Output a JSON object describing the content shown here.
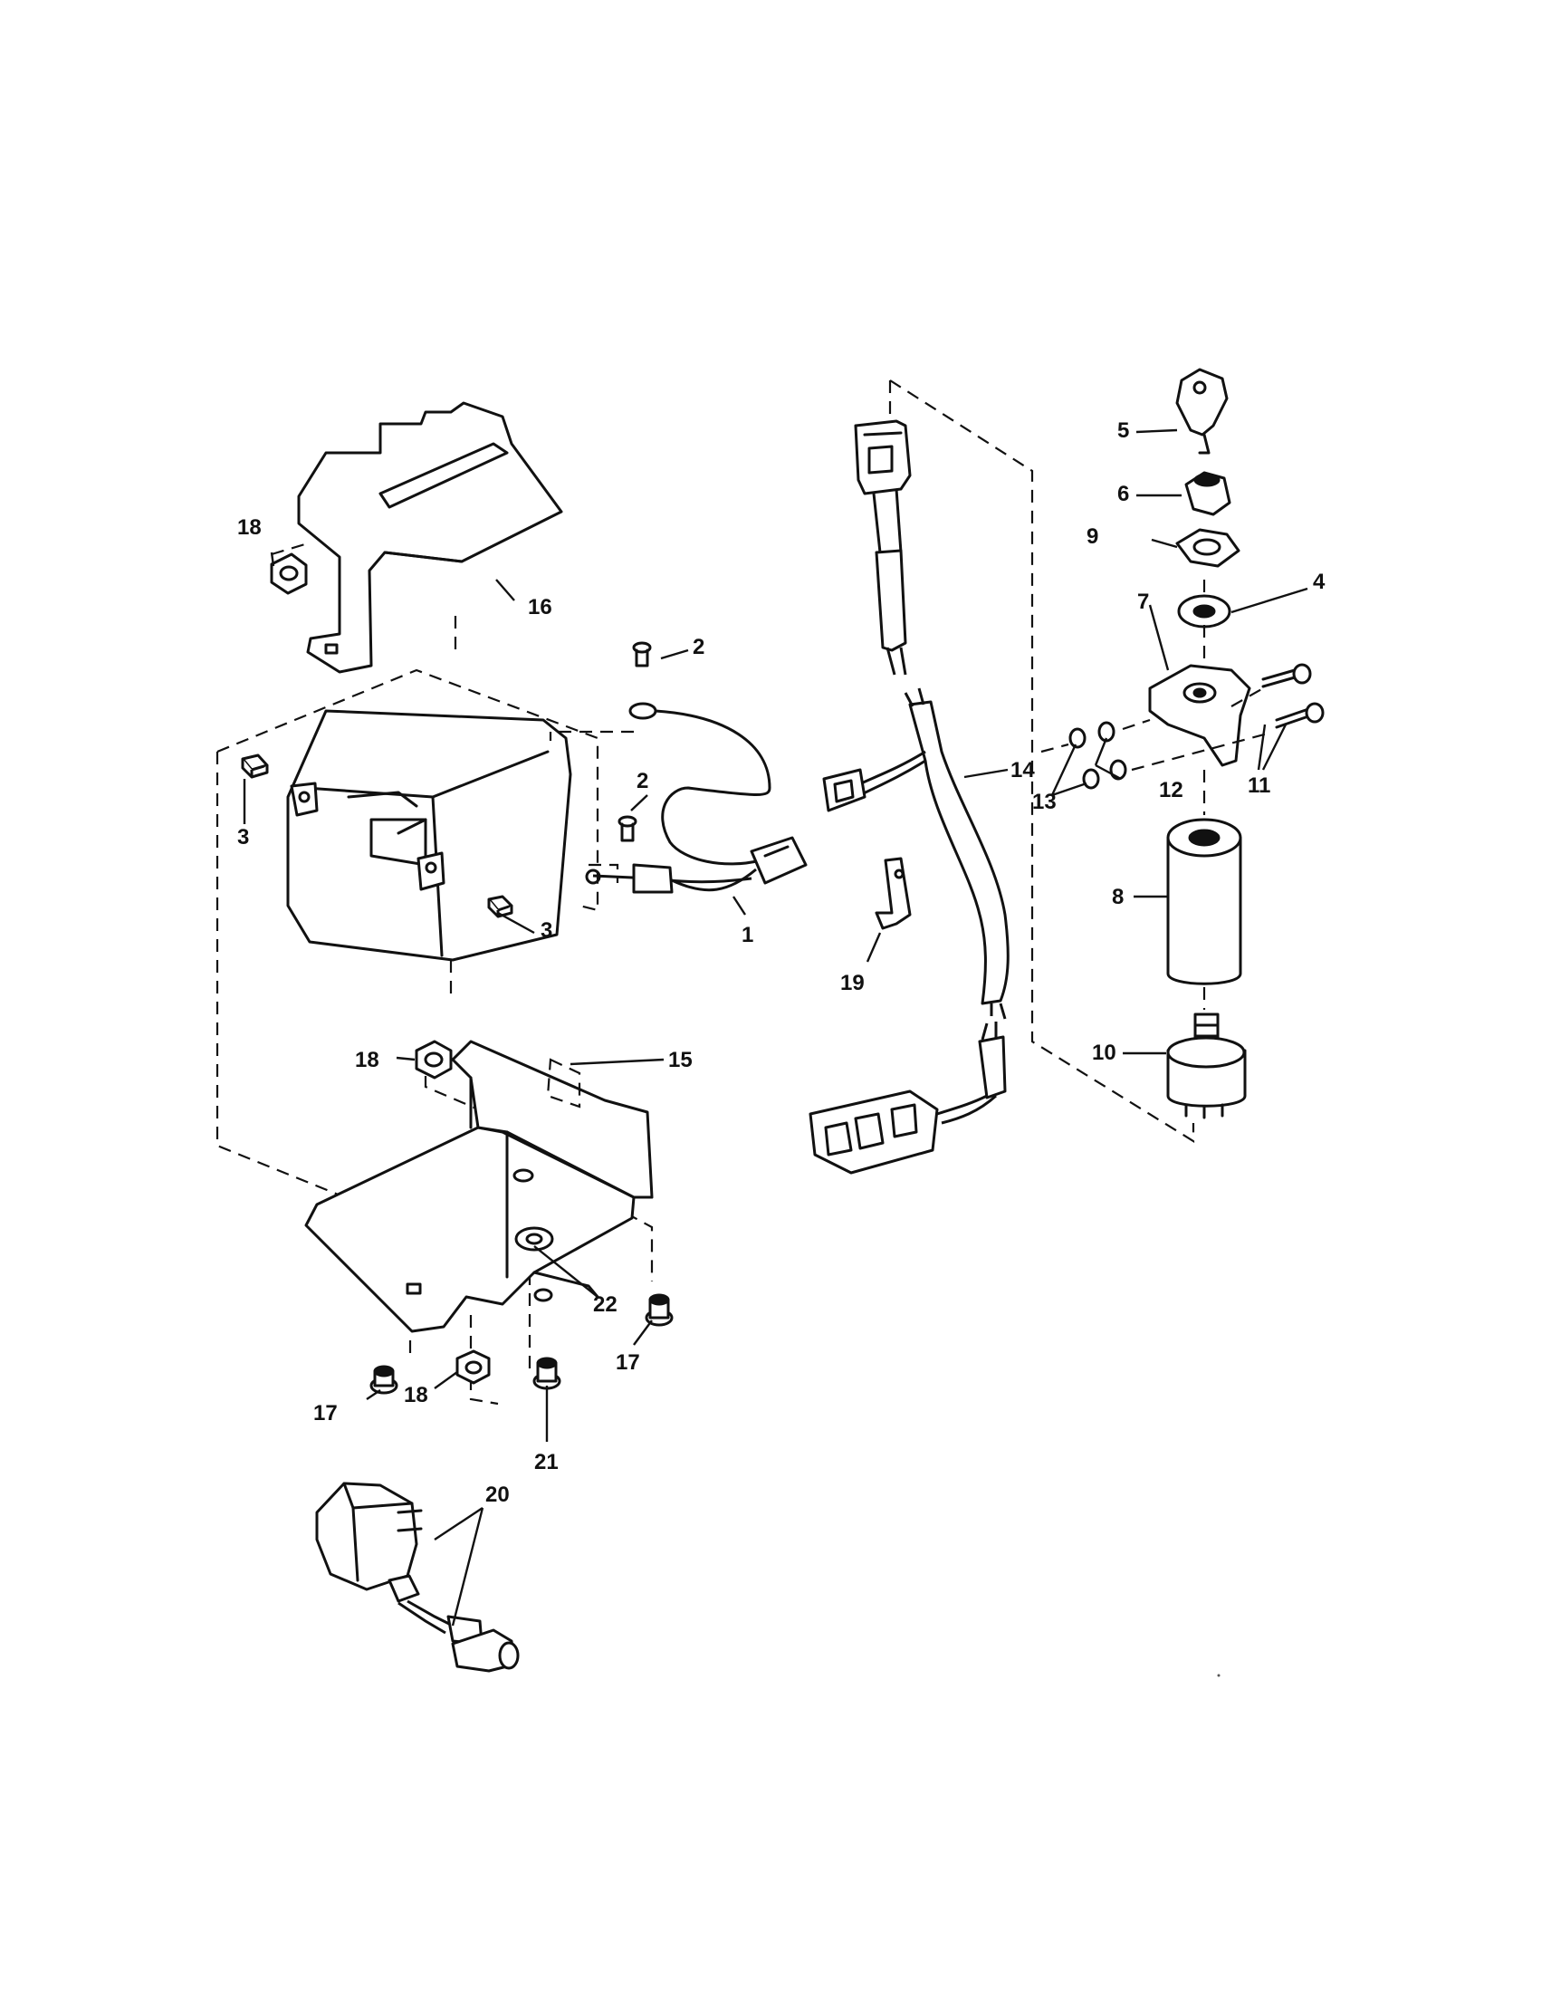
{
  "diagram": {
    "callouts": [
      {
        "id": "c1",
        "text": "1"
      },
      {
        "id": "c2a",
        "text": "2"
      },
      {
        "id": "c2b",
        "text": "2"
      },
      {
        "id": "c3a",
        "text": "3"
      },
      {
        "id": "c3b",
        "text": "3"
      },
      {
        "id": "c4",
        "text": "4"
      },
      {
        "id": "c5",
        "text": "5"
      },
      {
        "id": "c6",
        "text": "6"
      },
      {
        "id": "c7",
        "text": "7"
      },
      {
        "id": "c8",
        "text": "8"
      },
      {
        "id": "c9",
        "text": "9"
      },
      {
        "id": "c10",
        "text": "10"
      },
      {
        "id": "c11",
        "text": "11"
      },
      {
        "id": "c12",
        "text": "12"
      },
      {
        "id": "c13",
        "text": "13"
      },
      {
        "id": "c14",
        "text": "14"
      },
      {
        "id": "c15",
        "text": "15"
      },
      {
        "id": "c16",
        "text": "16"
      },
      {
        "id": "c17a",
        "text": "17"
      },
      {
        "id": "c17b",
        "text": "17"
      },
      {
        "id": "c18a",
        "text": "18"
      },
      {
        "id": "c18b",
        "text": "18"
      },
      {
        "id": "c18c",
        "text": "18"
      },
      {
        "id": "c19",
        "text": "19"
      },
      {
        "id": "c20",
        "text": "20"
      },
      {
        "id": "c21",
        "text": "21"
      },
      {
        "id": "c22",
        "text": "22"
      }
    ]
  }
}
